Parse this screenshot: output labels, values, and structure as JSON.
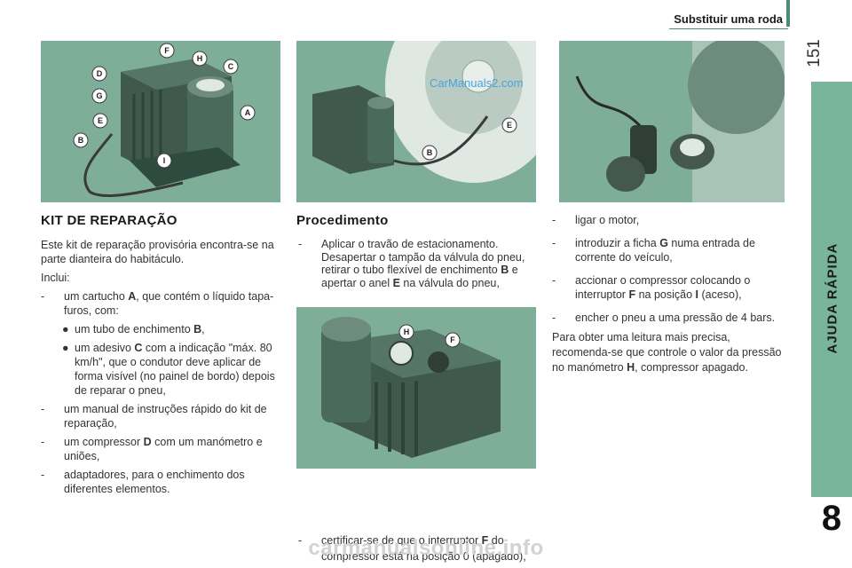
{
  "header": {
    "title": "Substituir uma roda",
    "page_number": "151"
  },
  "sidebar": {
    "label": "AJUDA RÁPIDA",
    "chapter": "8"
  },
  "figure1": {
    "labels": [
      "F",
      "H",
      "D",
      "C",
      "G",
      "A",
      "E",
      "B",
      "I"
    ]
  },
  "figure2": {
    "labels": [
      "E",
      "B"
    ],
    "watermark": "CarManuals2.com"
  },
  "col1": {
    "heading": "KIT DE REPARAÇÃO",
    "intro": "Este kit de reparação provisória encontra-se na parte dianteira do habitáculo.",
    "includes": "Inclui:",
    "item1_pre": "um cartucho ",
    "item1_bold": "A",
    "item1_post": ", que contém o líquido tapa-furos, com:",
    "sub1_pre": "um tubo de enchimento ",
    "sub1_bold": "B",
    "sub1_post": ",",
    "sub2_pre": "um adesivo ",
    "sub2_bold": "C",
    "sub2_post": " com a indicação \"máx. 80 km/h\", que o condutor deve aplicar de forma visível (no painel de bordo) depois de reparar o pneu,",
    "item2": "um manual de instruções rápido do kit de reparação,",
    "item3_pre": "um compressor ",
    "item3_bold": "D",
    "item3_post": " com um manómetro e uniões,",
    "item4": "adaptadores, para o enchimento dos diferentes elementos."
  },
  "col2": {
    "heading": "Procedimento",
    "step1_a": "Aplicar o travão de estacionamento. Desapertar o tampão da válvula do pneu, retirar o tubo flexível de enchimento ",
    "step1_b1": "B",
    "step1_c": " e apertar o anel ",
    "step1_b2": "E",
    "step1_d": " na válvula do pneu,",
    "figure3_labels": [
      "H",
      "F"
    ],
    "step2_a": "certificar-se de que o interruptor ",
    "step2_bold": "F",
    "step2_b": " do compressor está na posição 0 (apagado),"
  },
  "col3": {
    "step3": "ligar o motor,",
    "step4_pre": "introduzir a ficha ",
    "step4_bold": "G",
    "step4_post": " numa entrada de corrente do veículo,",
    "step5_pre": "accionar o compressor colocando o interruptor ",
    "step5_bold1": "F",
    "step5_mid": " na posição ",
    "step5_bold2": "I",
    "step5_post": " (aceso),",
    "step6": "encher o pneu a uma pressão de 4 bars.",
    "note_pre": "Para obter uma leitura mais precisa, recomenda-se que controle o valor da pressão no manómetro ",
    "note_bold": "H",
    "note_post": ", compressor apagado."
  },
  "footer": {
    "watermark": "carmanualsonline.info"
  },
  "colors": {
    "accent": "#79b59b",
    "photo_bg": "#7fae98",
    "dash": "-",
    "bullet": "●"
  }
}
